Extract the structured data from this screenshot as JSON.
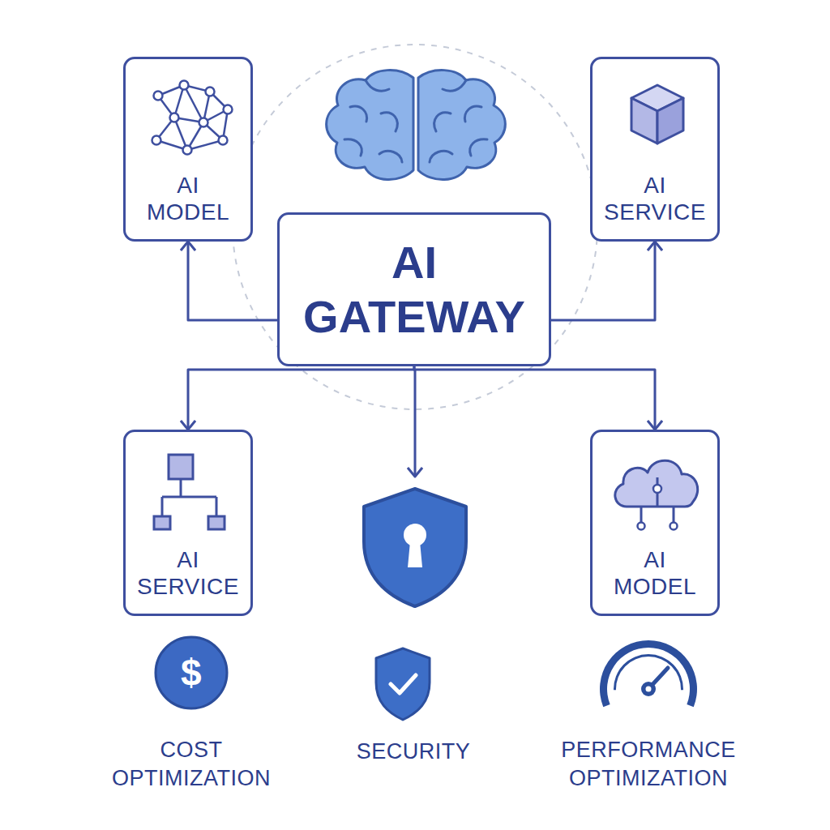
{
  "diagram": {
    "nodes": [
      {
        "text": [
          "AI MODEL"
        ]
      },
      {
        "text": [
          "AI SERVICE"
        ]
      },
      {
        "text": [
          "AI GATEWAY"
        ]
      },
      {
        "text": [
          "AI SERVICE"
        ]
      },
      {
        "text": [
          "AI MODEL"
        ]
      }
    ],
    "edges": [
      {
        "from": 2,
        "to": 0,
        "arrow": "to"
      },
      {
        "from": 2,
        "to": 1,
        "arrow": "to"
      },
      {
        "from": 2,
        "to": 3,
        "arrow": "to"
      },
      {
        "from": 2,
        "to": 4,
        "arrow": "to"
      }
    ],
    "labels": [
      "$",
      "COST OPTIMIZATION",
      "SECURITY",
      "PERFORMANCE OPTIMIZATION"
    ]
  }
}
